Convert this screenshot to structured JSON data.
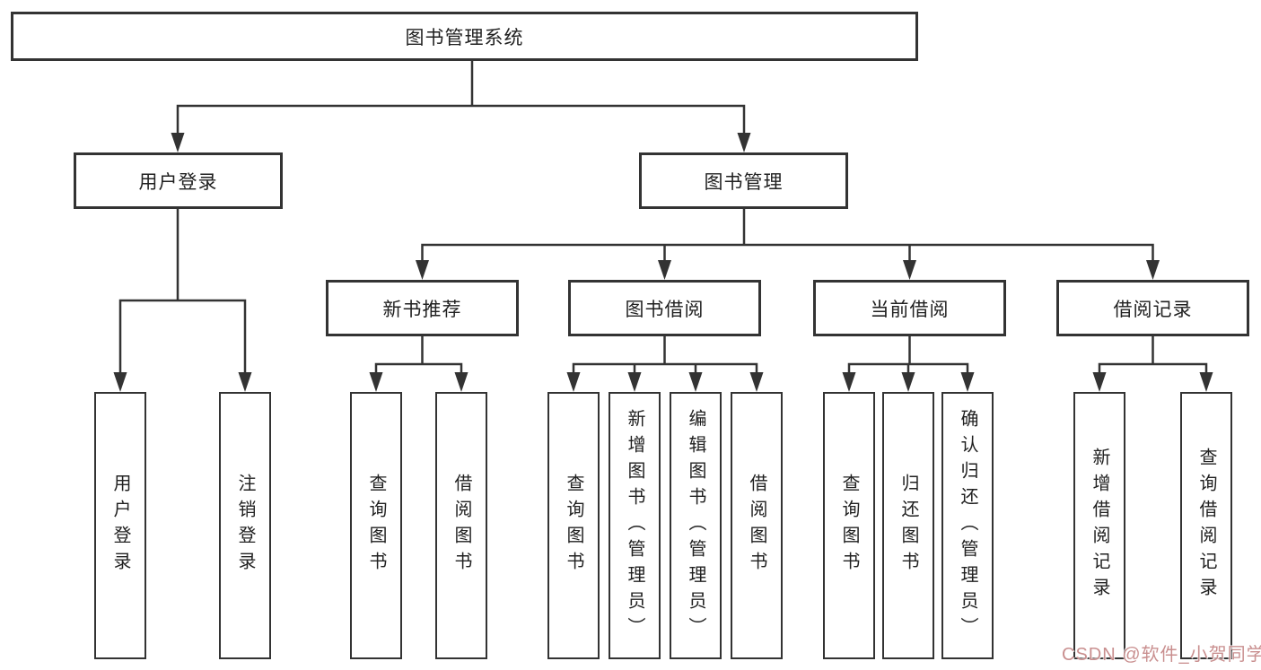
{
  "diagram": {
    "title_node": "图书管理系统",
    "tree": {
      "label": "图书管理系统",
      "children": [
        {
          "label": "用户登录",
          "children": [
            {
              "label": "用户登录"
            },
            {
              "label": "注销登录"
            }
          ]
        },
        {
          "label": "图书管理",
          "children": [
            {
              "label": "新书推荐",
              "children": [
                {
                  "label": "查询图书"
                },
                {
                  "label": "借阅图书"
                }
              ]
            },
            {
              "label": "图书借阅",
              "children": [
                {
                  "label": "查询图书"
                },
                {
                  "label": "新增图书（管理员）"
                },
                {
                  "label": "编辑图书（管理员）"
                },
                {
                  "label": "借阅图书"
                }
              ]
            },
            {
              "label": "当前借阅",
              "children": [
                {
                  "label": "查询图书"
                },
                {
                  "label": "归还图书"
                },
                {
                  "label": "确认归还（管理员）"
                }
              ]
            },
            {
              "label": "借阅记录",
              "children": [
                {
                  "label": "新增借阅记录"
                },
                {
                  "label": "查询借阅记录"
                }
              ]
            }
          ]
        }
      ]
    },
    "watermark": {
      "text": "CSDN @软件_小贺同学"
    },
    "colors": {
      "background": "#ffffff",
      "line": "#333333",
      "box_border": "#333333",
      "text": "#212121",
      "watermark": "#c98f8f"
    }
  }
}
